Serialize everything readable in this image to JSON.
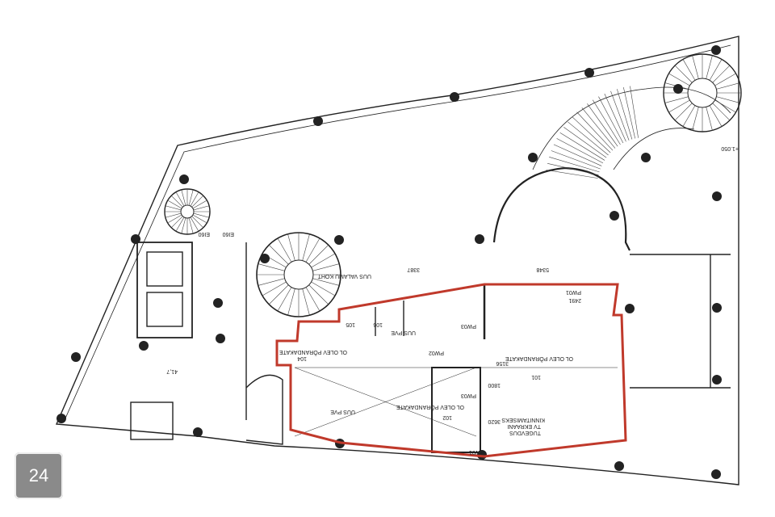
{
  "plan": {
    "labels": {
      "sink": "UUS VALAMU KOHT",
      "dim1": "3387",
      "dim2": "5348",
      "dim3": "2491",
      "dim4": "3156",
      "dim5": "3620",
      "dim6": "1800",
      "pw01a": "PW01",
      "pw01b": "PW01",
      "pw02": "PW02",
      "pw03a": "PW03",
      "pw03b": "PW03",
      "floor1": "OL OLEV PÕRANDAKATE",
      "floor2": "OL OLEV PÕRANDAKATE",
      "floor3": "OL OLEV PÕRANDAKATE",
      "r101": "101",
      "r102": "102",
      "r104": "104",
      "r105": "105",
      "r106": "106",
      "pve1": "UUS PVE",
      "pve2": "UUS PVE",
      "reinforce1": "TUGEVDUS",
      "reinforce2": "TV EKRAANI",
      "reinforce3": "KINNITAMISEKS",
      "area": "41,7",
      "level": "+1.050",
      "ei60a": "EI60",
      "ei60b": "EI60"
    },
    "highlight_color": "#c0392b"
  },
  "badge": {
    "page_number": "24"
  }
}
